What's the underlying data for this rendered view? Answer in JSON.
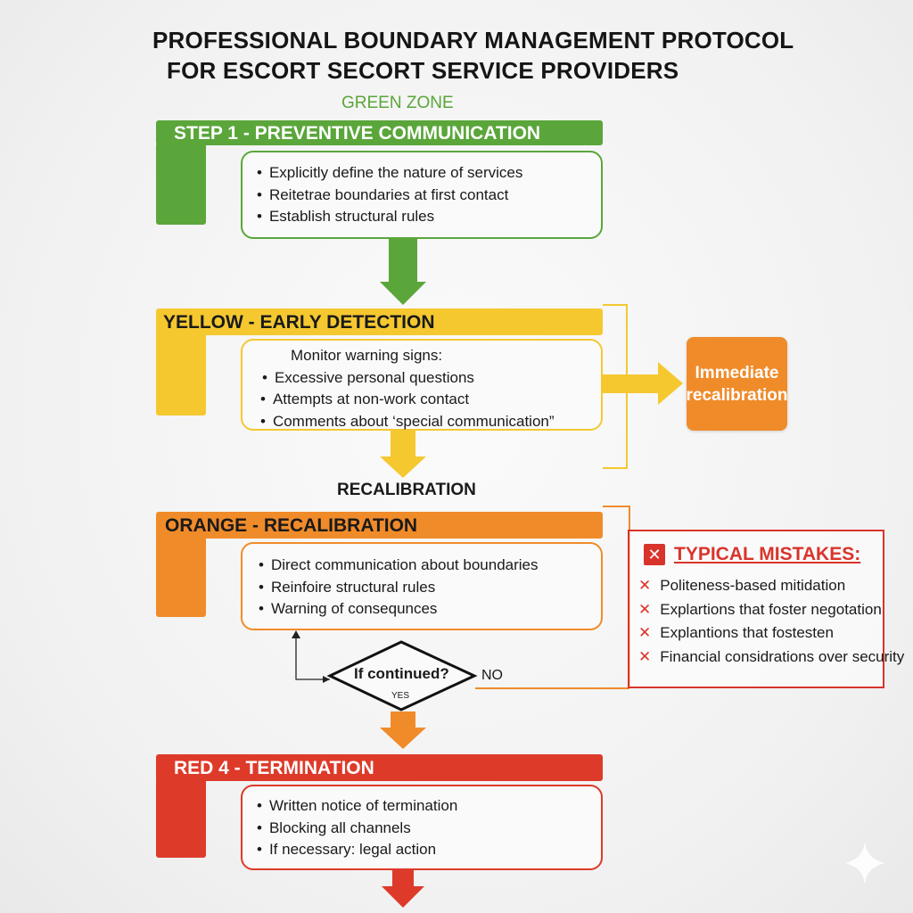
{
  "title": {
    "line1": "PROFESSIONAL BOUNDARY MANAGEMENT PROTOCOL",
    "line2": "FOR ESCORT SECORT SERVICE PROVIDERS"
  },
  "green_zone_label": "GREEN ZONE",
  "recalibration_label": "RECALIBRATION",
  "stages": {
    "green": {
      "header": "STEP 1 - PREVENTIVE COMMUNICATION",
      "color": "#5aa63a",
      "items": [
        "Explicitly define the nature of services",
        "Reitetrae boundaries at first contact",
        "Establish structural rules"
      ]
    },
    "yellow": {
      "header": "YELLOW  - EARLY DETECTION",
      "color": "#f5c830",
      "intro": "Monitor warning signs:",
      "items": [
        "Excessive personal questions",
        "Attempts at non-work contact",
        "Comments about ‘special communication”"
      ]
    },
    "orange": {
      "header": "ORANGE - RECALIBRATION",
      "color": "#f08b2a",
      "items": [
        "Direct communication about boundaries",
        "Reinfoire structural rules",
        "Warning of consequnces"
      ]
    },
    "red": {
      "header": "RED 4 - TERMINATION",
      "color": "#de3a2a",
      "items": [
        "Written notice of termination",
        "Blocking all channels",
        "If necessary: legal action"
      ]
    }
  },
  "side_box": {
    "line1": "Immediate",
    "line2": "recalibration"
  },
  "decision": {
    "question": "If continued?",
    "yes": "YES",
    "no": "NO"
  },
  "mistakes": {
    "title": "TYPICAL MISTAKES:",
    "items": [
      "Politeness-based mitidation",
      "Explartions that foster negotation",
      "Explantions that fostesten",
      "Financial considrations over security"
    ]
  }
}
